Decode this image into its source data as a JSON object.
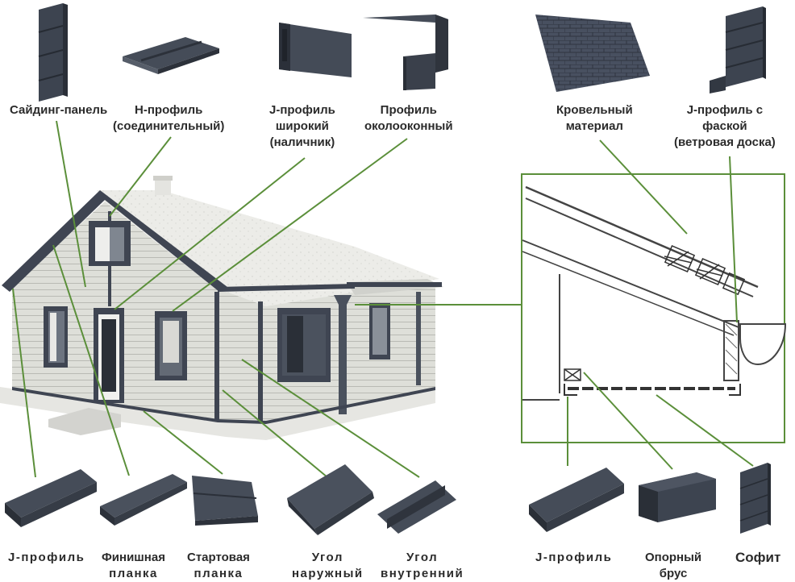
{
  "labels": {
    "siding_panel": [
      "Сайдинг-панель"
    ],
    "h_profile": [
      "Н-профиль",
      "(соединительный)"
    ],
    "j_profile_wide": [
      "J-профиль",
      "широкий",
      "(наличник)"
    ],
    "window_profile": [
      "Профиль",
      "околооконный"
    ],
    "roofing": [
      "Кровельный",
      "материал"
    ],
    "j_profile_bevel": [
      "J-профиль с",
      "фаской",
      "(ветровая доска)"
    ],
    "j_profile_bottom": [
      "J-профиль"
    ],
    "finish_strip": [
      "Финишная",
      "планка"
    ],
    "start_strip": [
      "Стартовая",
      "планка"
    ],
    "outer_corner": [
      "Угол",
      "наружный"
    ],
    "inner_corner": [
      "Угол",
      "внутренний"
    ],
    "j_profile_right": [
      "J-профиль"
    ],
    "support_beam": [
      "Опорный",
      "брус"
    ],
    "soffit": [
      "Софит"
    ]
  },
  "colors": {
    "profile": "#3d4450",
    "profile_light": "#5a6270",
    "leader_line": "#5b8f3a",
    "wall": "#dcdcd6",
    "roof": "#e9eae6",
    "trim": "#3f4552",
    "text": "#2b2b2b"
  }
}
